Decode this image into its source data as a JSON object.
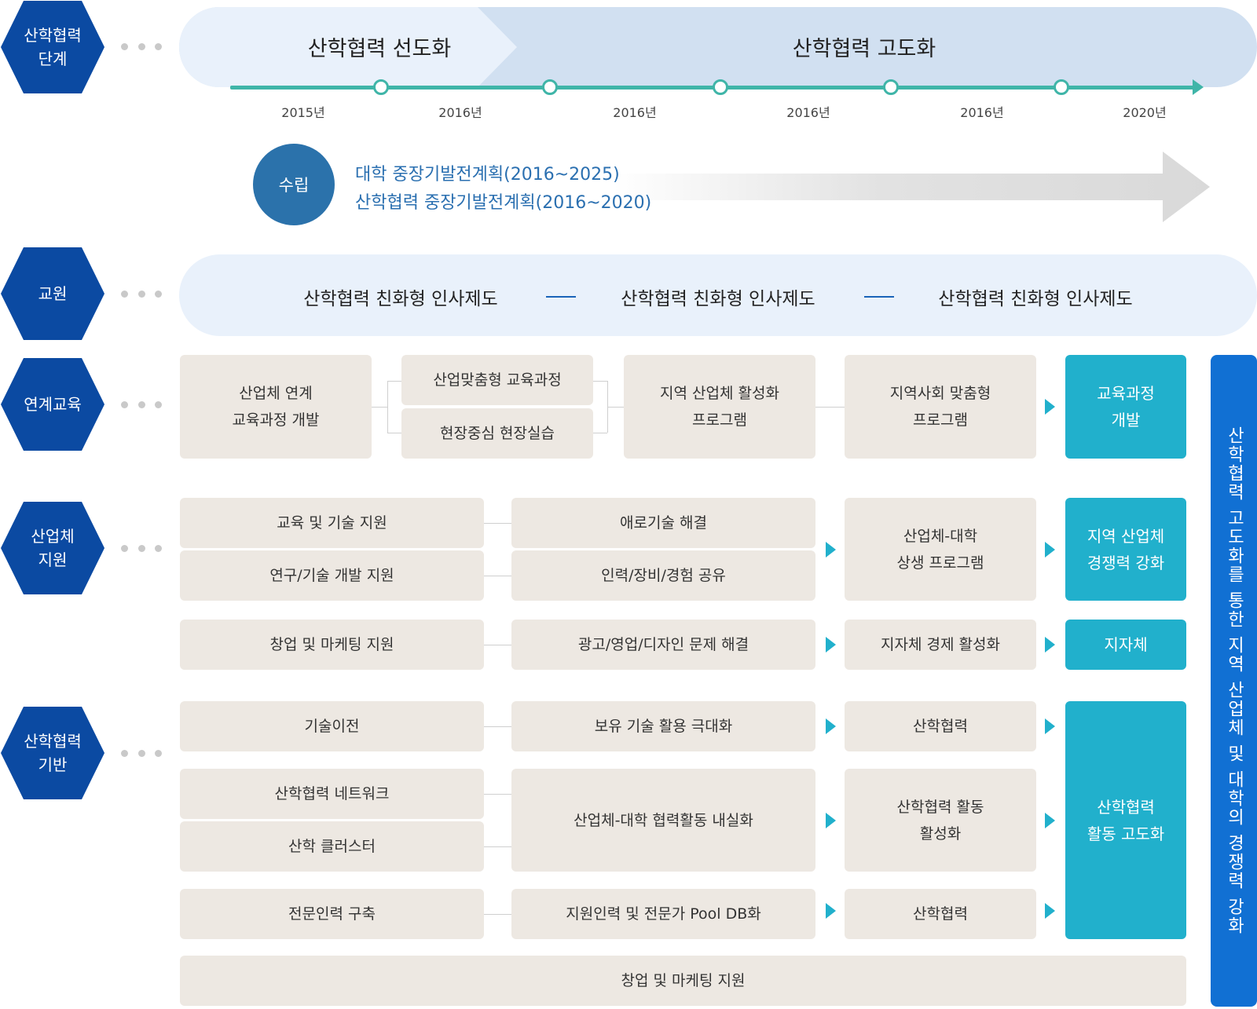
{
  "colors": {
    "navy": "#0b4aa2",
    "teal": "#21b0cc",
    "timeline": "#3fb5a8",
    "banner_light": "#e9f1fb",
    "banner_dark": "#d1e0f1",
    "box_beige": "#ede8e2",
    "side_bar": "#1170d3",
    "plan_circle": "#2b72ab",
    "plan_text": "#2a6fb0"
  },
  "rows": {
    "stage": "산학협력\n단계",
    "faculty": "교원",
    "education": "연계교육",
    "industry": "산업체\n지원",
    "foundation": "산학협력\n기반"
  },
  "stage": {
    "phase1": "산학협력 선도화",
    "phase2": "산학협력 고도화",
    "years": [
      "2015년",
      "2016년",
      "2016년",
      "2016년",
      "2016년",
      "2020년"
    ]
  },
  "plan": {
    "badge": "수립",
    "line1": "대학 중장기발전계획(2016~2025)",
    "line2": "산학협력 중장기발전계획(2016~2020)"
  },
  "faculty": {
    "items": [
      "산학협력 친화형 인사제도",
      "산학협력 친화형 인사제도",
      "산학협력 친화형 인사제도"
    ]
  },
  "education": {
    "start": "산업체 연계\n교육과정 개발",
    "branch_top": "산업맞춤형 교육과정",
    "branch_bottom": "현장중심 현장실습",
    "regional": "지역 산업체 활성화\n프로그램",
    "community": "지역사회 맞춤형\n프로그램",
    "result": "교육과정\n개발"
  },
  "industry": {
    "edu_tech": "교육 및 기술 지원",
    "research": "연구/기술 개발 지원",
    "difficulty": "애로기술 해결",
    "sharing": "인력/장비/경험 공유",
    "coexist": "산업체-대학\n상생 프로그램",
    "result": "지역 산업체\n경쟁력 강화",
    "startup": "창업 및 마케팅 지원",
    "ad_design": "광고/영업/디자인 문제 해결",
    "local_econ": "지자체 경제 활성화",
    "local_gov": "지자체"
  },
  "foundation": {
    "transfer": "기술이전",
    "maximize": "보유 기술 활용 극대화",
    "coop1": "산학협력",
    "network": "산학협력 네트워크",
    "cluster": "산학 클러스터",
    "internal": "산업체-대학 협력활동 내실화",
    "activate": "산학협력 활동\n활성화",
    "experts": "전문인력 구축",
    "pool": "지원인력 및 전문가 Pool DB화",
    "coop2": "산학협력",
    "result": "산학협력\n활동 고도화",
    "bottom": "창업 및 마케팅 지원"
  },
  "side_banner": "산학협력 고도화를 통한 지역 산업체 및 대학의 경쟁력 강화"
}
